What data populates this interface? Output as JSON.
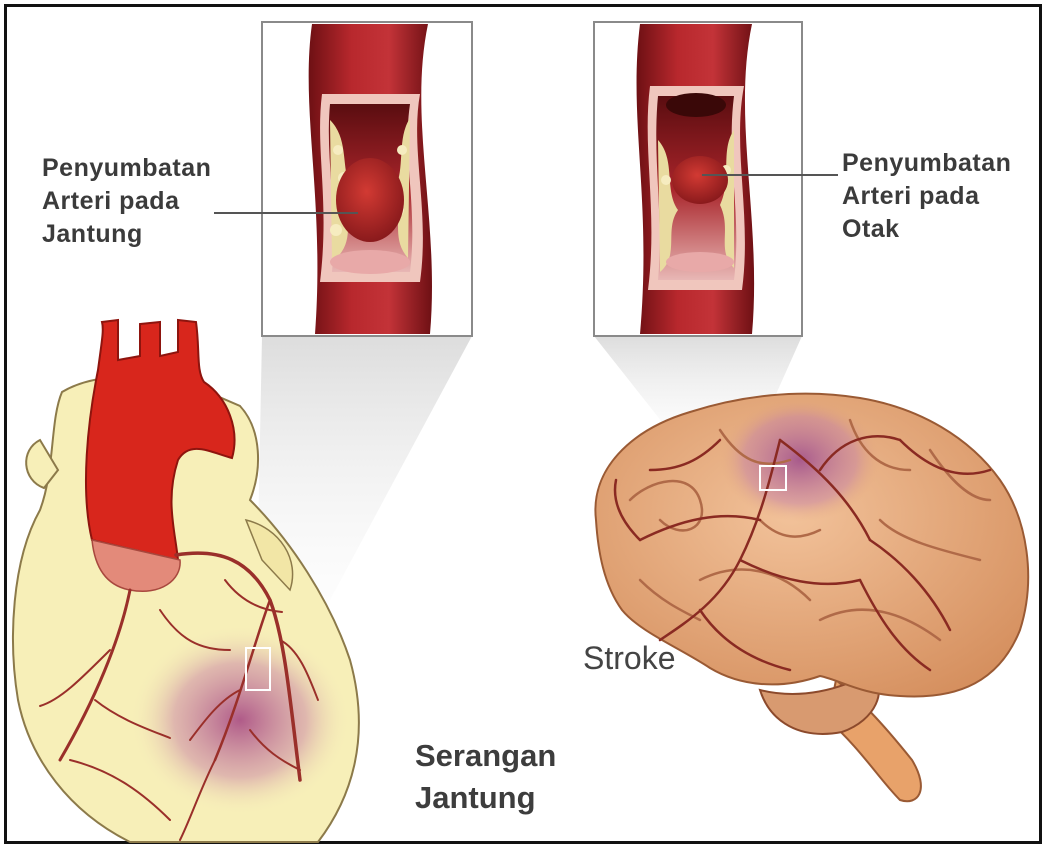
{
  "labels": {
    "heart_blockage": "Penyumbatan\nArteri pada\nJantung",
    "brain_blockage": "Penyumbatan\nArteri pada\nOtak",
    "stroke": "Stroke",
    "heart_attack": "Serangan\nJantung"
  },
  "colors": {
    "artery_red": "#b3262b",
    "artery_dark": "#7a1418",
    "heart_body": "#f7efb8",
    "aorta_red": "#d8261c",
    "brain_tan": "#e2a67a",
    "brain_vein": "#8a2a22",
    "plaque": "#e9dba0",
    "ischemia_purple": "#a8508a"
  }
}
